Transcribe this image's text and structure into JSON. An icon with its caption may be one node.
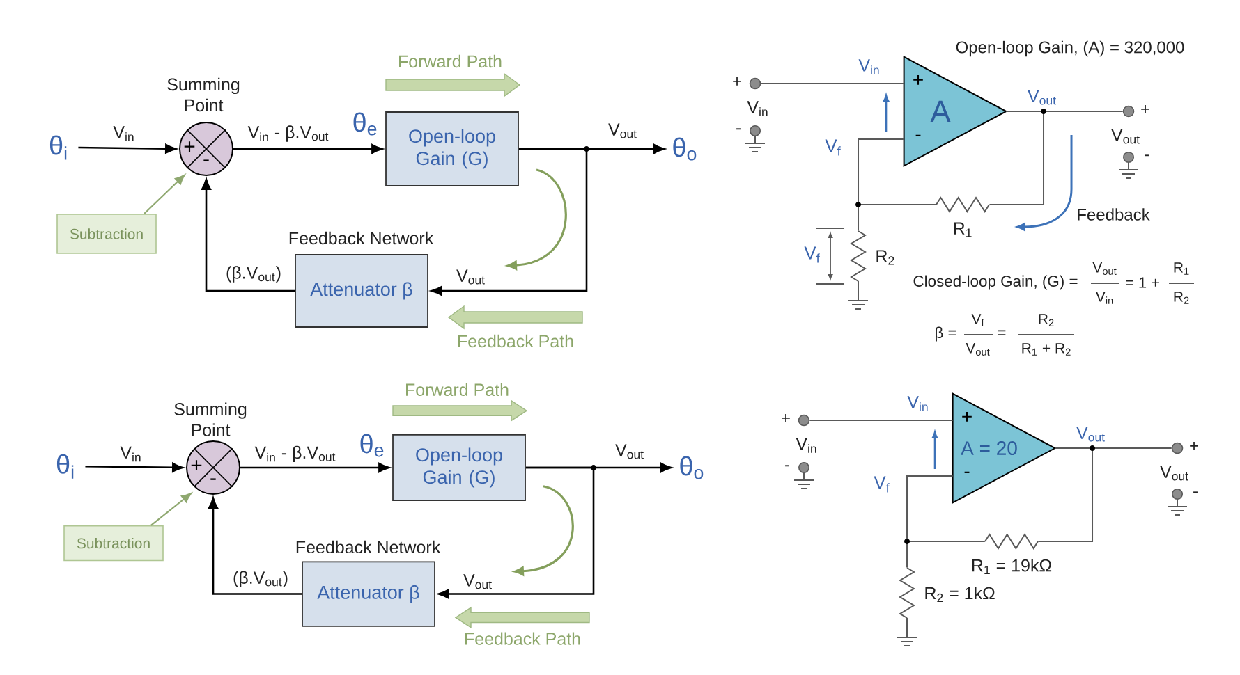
{
  "diagram": {
    "nodes": [
      {
        "text": [
          "θ$_{i}$"
        ]
      },
      {
        "text": [
          "+",
          "-"
        ],
        "beside": [
          "Summing Point"
        ]
      },
      {
        "text": [
          "Open-loop Gain (G)"
        ]
      },
      {
        "text": [
          "θ$_{o}$"
        ]
      },
      {
        "text": [
          "Subtraction"
        ]
      },
      {
        "text": [
          "Feedback Network",
          "Attenuator β"
        ]
      },
      {
        "text": [],
        "shape": "circle",
        "beside": [
          "+",
          "V$_{in}$"
        ]
      },
      {
        "text": [
          "+",
          "A",
          "-"
        ]
      },
      {
        "text": [],
        "shape": "circle",
        "beside": [
          "+",
          "V$_{out}$"
        ]
      },
      {
        "text": [
          "R$_{1}$"
        ]
      },
      {
        "text": [
          "R$_{2}$"
        ]
      },
      {
        "text": [
          "θ$_{i}$"
        ]
      },
      {
        "text": [
          "+",
          "-"
        ],
        "beside": [
          "Summing Point"
        ]
      },
      {
        "text": [
          "Open-loop Gain (G)"
        ]
      },
      {
        "text": [
          "θ$_{o}$"
        ]
      },
      {
        "text": [
          "Subtraction"
        ]
      },
      {
        "text": [
          "Feedback Network",
          "Attenuator β"
        ]
      },
      {
        "text": [],
        "shape": "circle",
        "beside": [
          "+",
          "V$_{in}$"
        ]
      },
      {
        "text": [
          "+",
          "A = 20",
          "-"
        ]
      },
      {
        "text": [],
        "shape": "circle",
        "beside": [
          "+",
          "V$_{out}$"
        ]
      },
      {
        "text": [
          "R$_{1}$ = 19kΩ"
        ]
      },
      {
        "text": [
          "R$_{2}$ = 1kΩ"
        ]
      }
    ],
    "edges": [
      {
        "from": 0,
        "to": 1,
        "arrow": "to",
        "label": "V$_{in}$"
      },
      {
        "from": 1,
        "to": 2,
        "arrow": "to",
        "label": "V$_{in}$ - β.V$_{out}$"
      },
      {
        "from": 2,
        "to": 3,
        "arrow": "to",
        "label": "V$_{out}$"
      },
      {
        "from": 2,
        "to": 5,
        "arrow": "to",
        "label": "V$_{out}$"
      },
      {
        "from": 5,
        "to": 1,
        "arrow": "to",
        "label": "(β.V$_{out}$)"
      },
      {
        "from": 4,
        "to": 1,
        "arrow": "to",
        "color": "#8fa870"
      },
      {
        "from": 6,
        "to": 7,
        "arrow": "none",
        "label": "V$_{in}$",
        "color": "#595959"
      },
      {
        "from": 7,
        "to": 8,
        "arrow": "none",
        "label": "V$_{out}$",
        "color": "#595959"
      },
      {
        "from": 7,
        "to": 9,
        "arrow": "none",
        "color": "#595959"
      },
      {
        "from": 9,
        "to": 7,
        "arrow": "none",
        "color": "#595959"
      },
      {
        "from": 9,
        "to": 10,
        "arrow": "none",
        "color": "#595959"
      },
      {
        "from": 11,
        "to": 12,
        "arrow": "to",
        "label": "V$_{in}$"
      },
      {
        "from": 12,
        "to": 13,
        "arrow": "to",
        "label": "V$_{in}$ - β.V$_{out}$"
      },
      {
        "from": 13,
        "to": 14,
        "arrow": "to",
        "label": "V$_{out}$"
      },
      {
        "from": 13,
        "to": 16,
        "arrow": "to",
        "label": "V$_{out}$"
      },
      {
        "from": 16,
        "to": 12,
        "arrow": "to",
        "label": "(β.V$_{out}$)"
      },
      {
        "from": 15,
        "to": 12,
        "arrow": "to",
        "color": "#8fa870"
      },
      {
        "from": 17,
        "to": 18,
        "arrow": "none",
        "label": "V$_{in}$",
        "color": "#595959"
      },
      {
        "from": 18,
        "to": 19,
        "arrow": "none",
        "label": "V$_{out}$",
        "color": "#595959"
      },
      {
        "from": 18,
        "to": 20,
        "arrow": "none",
        "color": "#595959"
      },
      {
        "from": 20,
        "to": 18,
        "arrow": "none",
        "color": "#595959"
      },
      {
        "from": 20,
        "to": 21,
        "arrow": "none",
        "color": "#595959"
      }
    ],
    "labels": [
      "Forward Path",
      "θ$_{e}$",
      "Feedback Path",
      "Open-loop Gain, (A) = 320,000",
      "-",
      "V$_{f}$",
      "-",
      "Feedback",
      "V$_{f}$",
      "Closed-loop Gain, (G) =",
      "V$_{out}$",
      "V$_{in}$",
      "= 1 +",
      "R$_{1}$",
      "R$_{2}$",
      "β =",
      "V$_{f}$",
      "V$_{out}$",
      "=",
      "R$_{2}$",
      "R$_{1}$ + R$_{2}$",
      "Forward Path",
      "θ$_{e}$",
      "Feedback Path",
      "-",
      "V$_{f}$",
      "-"
    ]
  }
}
